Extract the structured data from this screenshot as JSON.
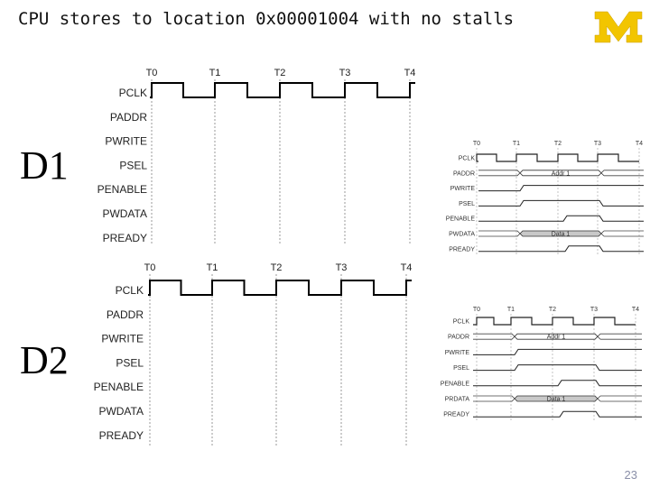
{
  "title": "CPU stores to location 0x00001004 with no stalls",
  "logo": {
    "text": "M",
    "colors": {
      "maize": "#f2c500",
      "blue": "#00274c"
    }
  },
  "diagrams": [
    {
      "label": "D1",
      "time_labels": [
        "T0",
        "T1",
        "T2",
        "T3",
        "T4"
      ],
      "signals": [
        "PCLK",
        "PADDR",
        "PWRITE",
        "PSEL",
        "PENABLE",
        "PWDATA",
        "PREADY"
      ]
    },
    {
      "label": "D2",
      "time_labels": [
        "T0",
        "T1",
        "T2",
        "T3",
        "T4"
      ],
      "signals": [
        "PCLK",
        "PADDR",
        "PWRITE",
        "PSEL",
        "PENABLE",
        "PWDATA",
        "PREADY"
      ]
    }
  ],
  "reference_diagrams": [
    {
      "time_labels": [
        "T0",
        "T1",
        "T2",
        "T3",
        "T4"
      ],
      "signals": [
        "PCLK",
        "PADDR",
        "PWRITE",
        "PSEL",
        "PENABLE",
        "PWDATA",
        "PREADY"
      ],
      "bus_labels": [
        "Addr 1",
        "Data 1"
      ]
    },
    {
      "time_labels": [
        "T0",
        "T1",
        "T2",
        "T3",
        "T4"
      ],
      "signals": [
        "PCLK",
        "PADDR",
        "PWRITE",
        "PSEL",
        "PENABLE",
        "PRDATA",
        "PREADY"
      ],
      "bus_labels": [
        "Addr 1",
        "Data 1"
      ]
    }
  ],
  "page_number": "23"
}
